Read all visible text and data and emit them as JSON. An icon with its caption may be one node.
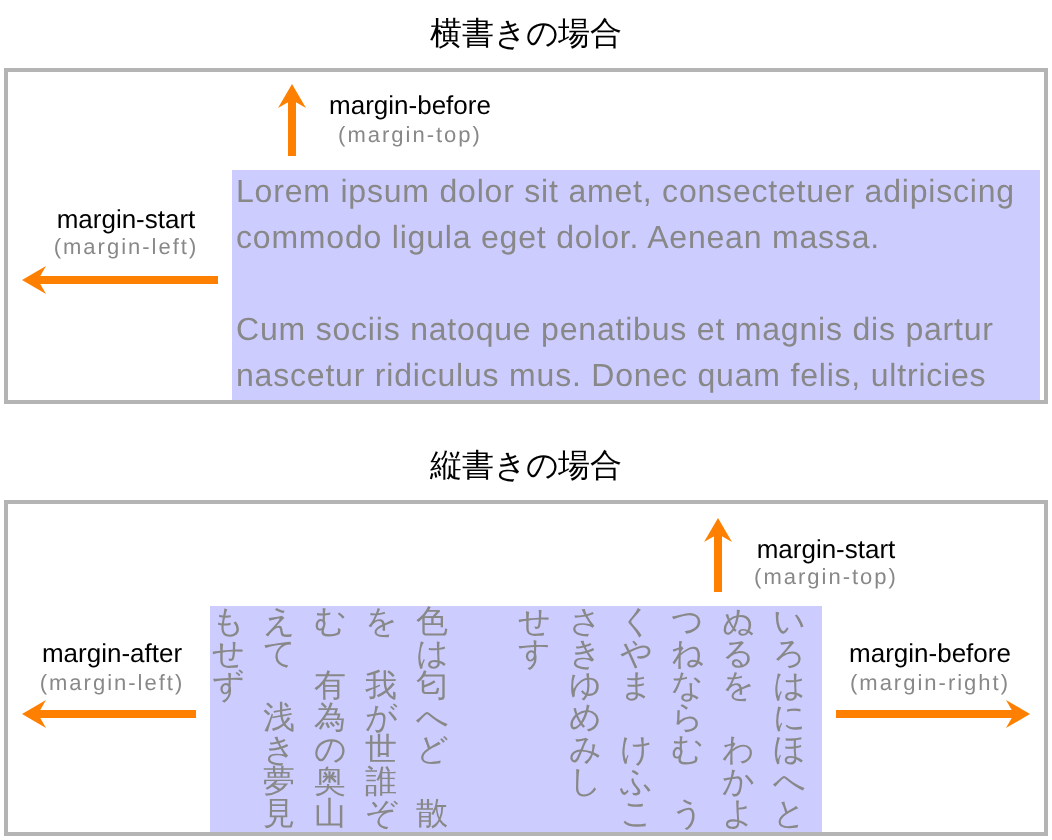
{
  "diagram": {
    "nodes": [
      {
        "text": [
          "横書きの場合"
        ]
      },
      {
        "text": [
          "Lorem ipsum dolor sit amet, consectetuer adipiscing commodo ligula eget dolor. Aenean massa.",
          "Cum sociis natoque penatibus et magnis dis partur nascetur ridiculus mus. Donec quam felis, ultricies"
        ],
        "in": 0
      },
      {
        "text": [
          "縦書きの場合"
        ]
      },
      {
        "text": [
          "いろはにほへと",
          "ぬるを",
          "わかよ",
          "つねならむ",
          "う",
          "くやま",
          "けふこ",
          "さきゆめみし",
          "せす",
          "色は匂へど",
          "散",
          "を",
          "我が世誰ぞ",
          "む",
          "有為の奥山",
          "えて",
          "浅き夢見",
          "もせず"
        ],
        "in": 2
      }
    ],
    "labels": [
      "margin-before",
      "(margin-top)",
      "margin-start",
      "(margin-left)",
      "margin-start",
      "(margin-top)",
      "margin-after",
      "(margin-left)",
      "margin-before",
      "(margin-right)"
    ]
  }
}
